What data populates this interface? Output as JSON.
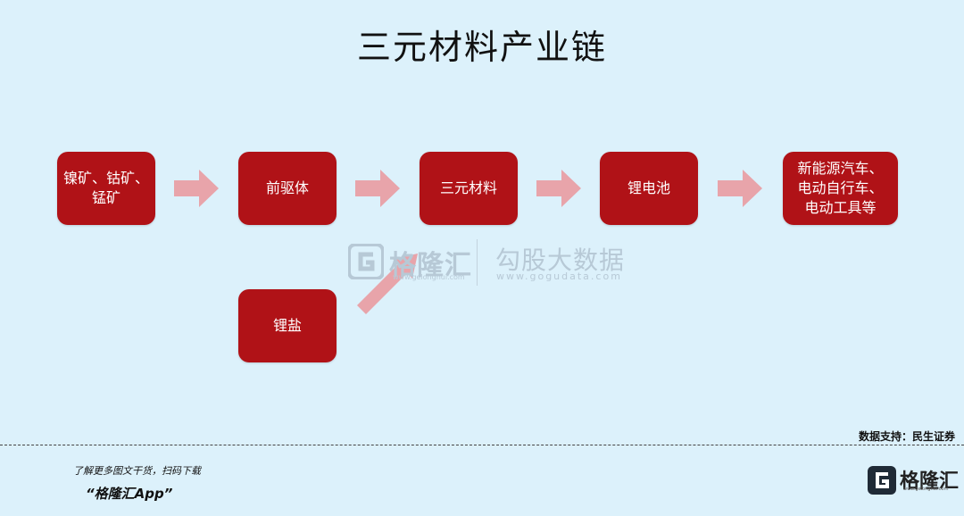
{
  "title": "三元材料产业链",
  "nodes": {
    "ore": "镍矿、钴矿、\n锰矿",
    "precursor": "前驱体",
    "ternary": "三元材料",
    "battery": "锂电池",
    "applications": "新能源汽车、\n电动自行车、\n电动工具等",
    "lithium_salt": "锂盐"
  },
  "watermark": {
    "brand1": "格隆汇",
    "url1": "www.gelonghui.com",
    "brand2": "勾股大数据",
    "url2": "www.gogudata.com"
  },
  "source": "数据支持：民生证券",
  "footer": {
    "promo_line": "了解更多图文干货，扫码下载",
    "app_name": "“格隆汇App”",
    "brand": "格隆汇",
    "brand_url": "www.gelonghui.com"
  },
  "colors": {
    "background": "#dcf1fb",
    "box": "#b01217",
    "arrow": "#e8a4aa"
  }
}
